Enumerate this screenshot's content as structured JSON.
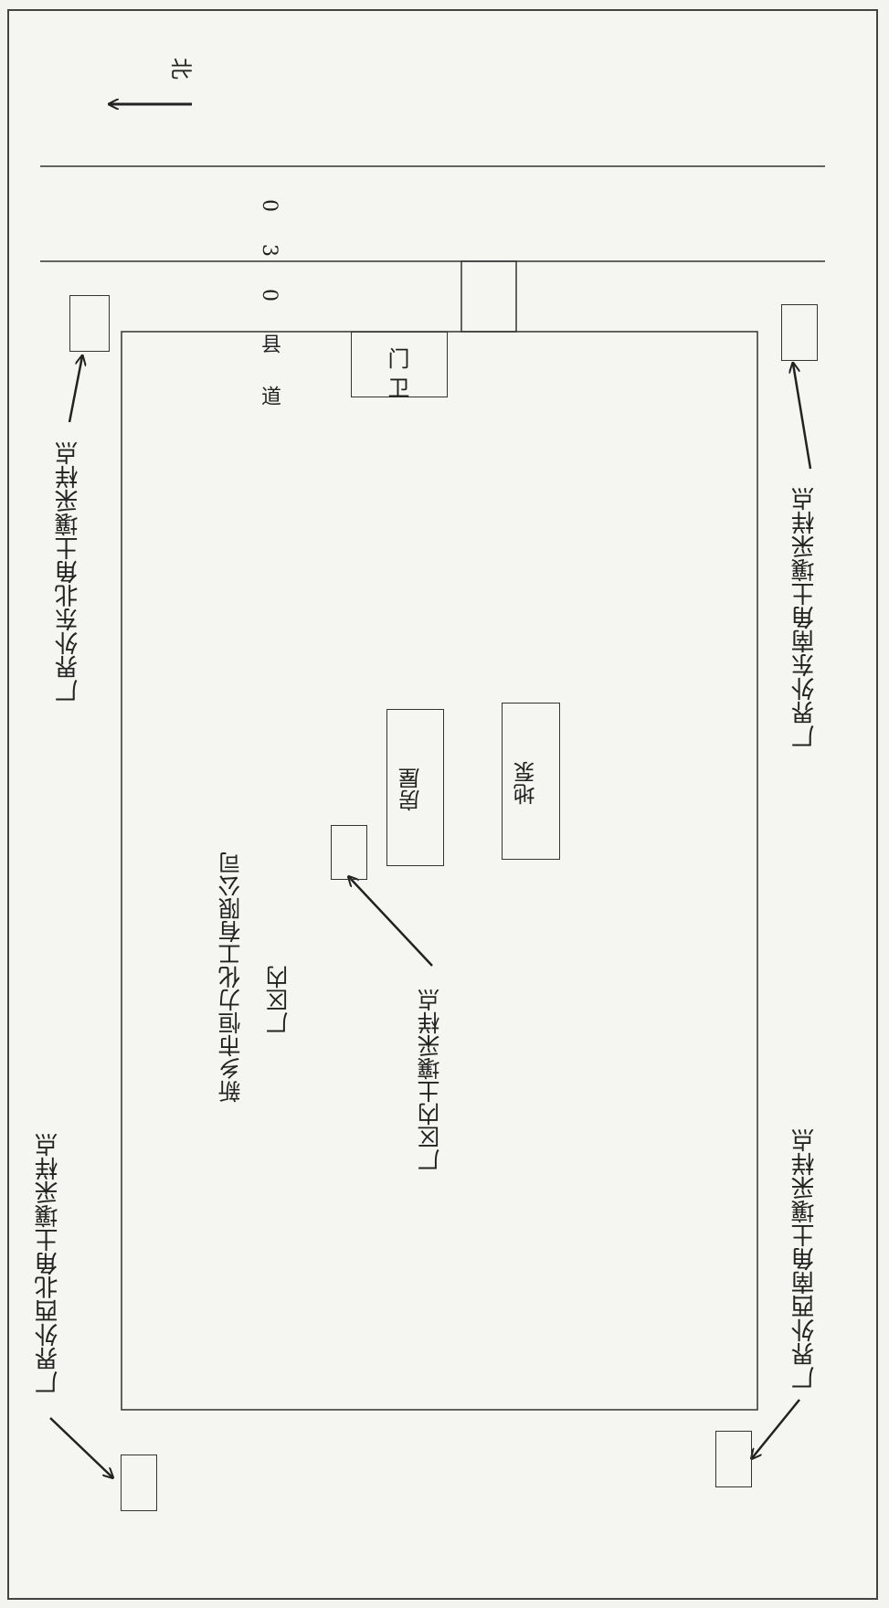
{
  "north_label": "北",
  "road_label": "0 3 0 县 道",
  "gate_label": "门卫",
  "house_label": "房屋",
  "pump_label": "地泵",
  "company_name": "新乡市恒力化工有限公司",
  "inner_area_label": "厂区内",
  "sampling_points": {
    "northwest": "厂界外西北角土壤采样点",
    "northeast": "厂界外东北角土壤采样点",
    "southwest": "厂界外西南角土壤采样点",
    "southeast": "厂界外东南角土壤采样点",
    "inside": "厂区内土壤采样点"
  }
}
